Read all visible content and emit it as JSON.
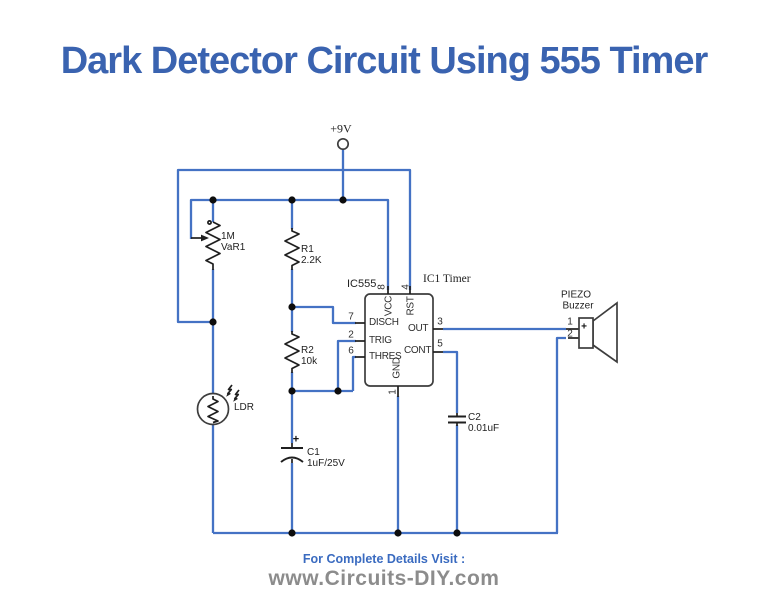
{
  "title": "Dark Detector Circuit Using 555 Timer",
  "colors": {
    "title": "#3a63b0",
    "wire": "#4472c4",
    "ink": "#1f1f1f",
    "footer_link": "#3a6bc0",
    "footer_site": "#8c8c8c"
  },
  "schematic": {
    "power_label": "+9V",
    "var1": {
      "value": "1M",
      "ref": "VaR1"
    },
    "r1": {
      "ref": "R1",
      "value": "2.2K"
    },
    "r2": {
      "ref": "R2",
      "value": "10k"
    },
    "ldr": {
      "ref": "LDR"
    },
    "c1": {
      "ref": "C1",
      "value": "1uF/25V",
      "plus": "+"
    },
    "c2": {
      "ref": "C2",
      "value": "0.01uF"
    },
    "ic": {
      "name": "IC555",
      "title": "IC1 Timer",
      "pin_vcc": "VCC",
      "num_vcc": "8",
      "pin_rst": "RST",
      "num_rst": "4",
      "pin_disch": "DISCH",
      "num_disch": "7",
      "pin_trig": "TRIG",
      "num_trig": "2",
      "pin_thres": "THRES",
      "num_thres": "6",
      "pin_out": "OUT",
      "num_out": "3",
      "pin_cont": "CONT",
      "num_cont": "5",
      "pin_gnd": "GND",
      "num_gnd": "1"
    },
    "buzzer": {
      "name": "PIEZO",
      "type": "Buzzer",
      "plus": "+",
      "pin1": "1",
      "pin2": "2"
    }
  },
  "footer": {
    "line1": "For Complete Details Visit :",
    "line2": "www.Circuits-DIY.com"
  }
}
